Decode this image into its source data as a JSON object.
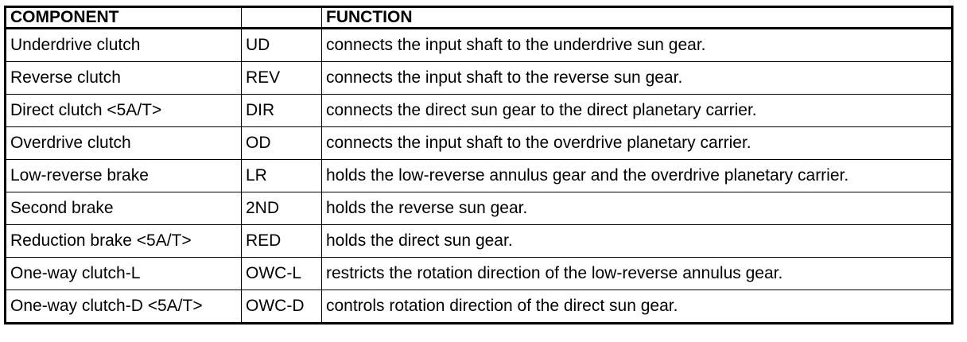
{
  "table": {
    "headers": [
      "COMPONENT",
      "",
      "FUNCTION"
    ],
    "rows": [
      [
        "Underdrive clutch",
        "UD",
        "connects the input shaft to the underdrive sun gear."
      ],
      [
        "Reverse clutch",
        "REV",
        "connects the input shaft to the reverse sun gear."
      ],
      [
        "Direct clutch <5A/T>",
        "DIR",
        "connects the direct sun gear to the direct planetary carrier."
      ],
      [
        "Overdrive clutch",
        "OD",
        "connects the input shaft to the overdrive planetary carrier."
      ],
      [
        "Low-reverse brake",
        "LR",
        "holds the low-reverse annulus gear and the overdrive planetary carrier."
      ],
      [
        "Second brake",
        "2ND",
        "holds the reverse sun gear."
      ],
      [
        "Reduction brake <5A/T>",
        "RED",
        "holds the direct sun gear."
      ],
      [
        "One-way clutch-L",
        "OWC-L",
        "restricts the rotation direction of the low-reverse annulus gear."
      ],
      [
        "One-way clutch-D <5A/T>",
        "OWC-D",
        "controls rotation direction of the direct sun gear."
      ]
    ]
  }
}
